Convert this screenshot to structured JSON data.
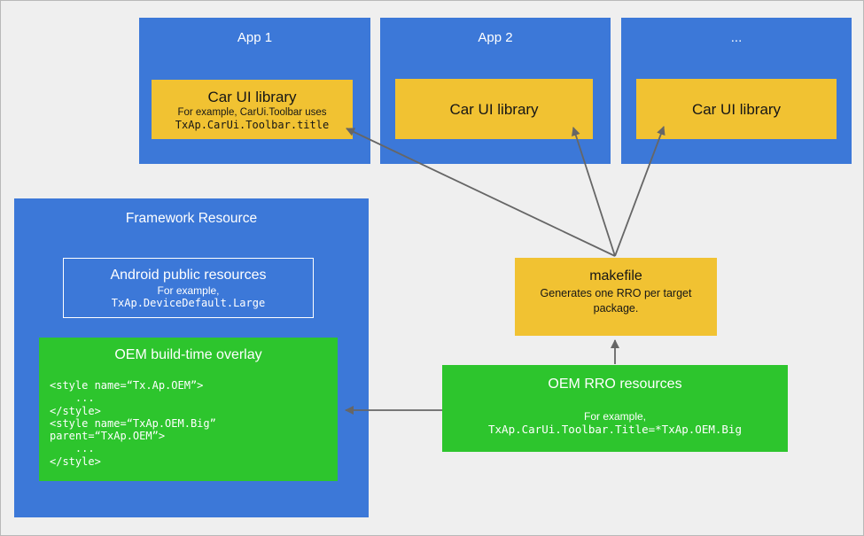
{
  "colors": {
    "background": "#EFEFEF",
    "blue": "#3C78D8",
    "yellow": "#F1C232",
    "green": "#2DC52D",
    "arrow": "#666666"
  },
  "apps": [
    {
      "title": "App 1",
      "library": {
        "title": "Car UI library",
        "subtitle": "For example, CarUi.Toolbar uses",
        "code": "TxAp.CarUi.Toolbar.title"
      }
    },
    {
      "title": "App 2",
      "library": {
        "title": "Car UI library"
      }
    },
    {
      "title": "...",
      "library": {
        "title": "Car UI library"
      }
    }
  ],
  "framework": {
    "title": "Framework Resource",
    "android_public": {
      "title": "Android public resources",
      "subtitle": "For example,",
      "code": "TxAp.DeviceDefault.Large"
    },
    "oem_overlay": {
      "title": "OEM build-time overlay",
      "code_lines": [
        "<style name=“Tx.Ap.OEM”>",
        "    ...",
        "</style>",
        "<style name=“TxAp.OEM.Big”",
        "parent=“TxAp.OEM”>",
        "    ...",
        "</style>"
      ]
    }
  },
  "makefile": {
    "title": "makefile",
    "subtitle": "Generates one RRO per target package."
  },
  "oem_rro": {
    "title": "OEM RRO resources",
    "subtitle": "For example,",
    "code": "TxAp.CarUi.Toolbar.Title=*TxAp.OEM.Big"
  }
}
